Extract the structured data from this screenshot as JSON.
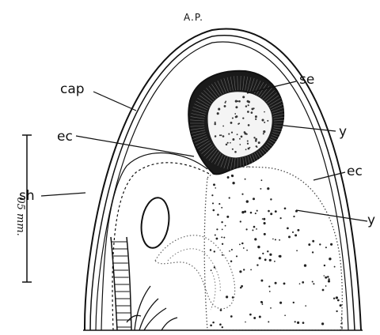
{
  "figure": {
    "title": "A.P.",
    "scale_label": "·05 mm.",
    "labels": {
      "cap": "cap",
      "se": "se",
      "ec_left": "ec",
      "y_top": "y",
      "ec_right": "ec",
      "sh": "sh",
      "y_bottom": "y"
    }
  },
  "colors": {
    "ink": "#111111",
    "background": "#ffffff"
  }
}
